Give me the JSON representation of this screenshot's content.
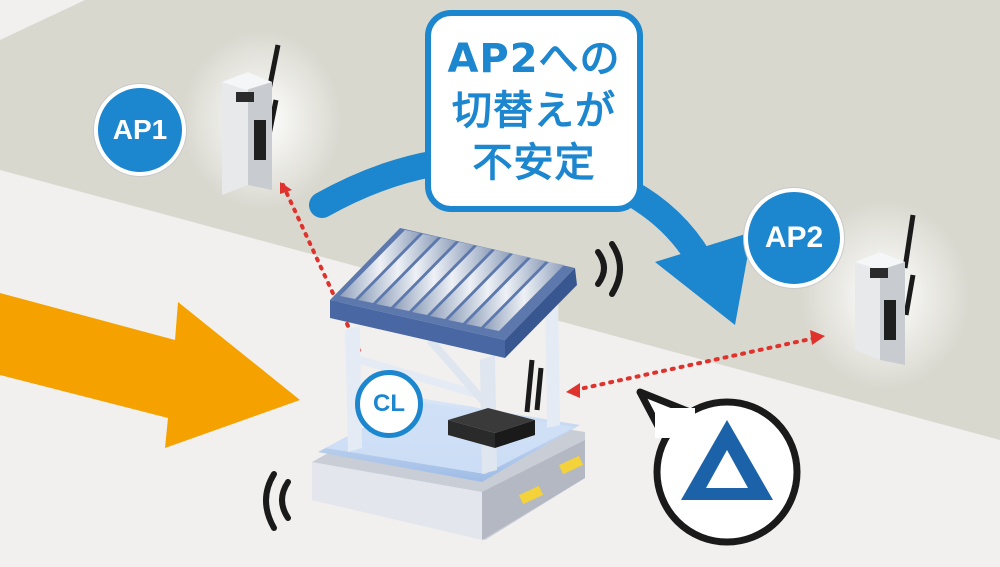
{
  "labels": {
    "ap1": "AP1",
    "ap2": "AP2",
    "client": "CL"
  },
  "callout": {
    "line1": "AP2への",
    "line2": "切替えが",
    "line3": "不安定"
  },
  "status_symbol": "triangle",
  "colors": {
    "accent_blue": "#1c86cf",
    "arrow_orange": "#f5a200",
    "link_red": "#e0322d",
    "wall_gray": "#d9d8cf"
  }
}
